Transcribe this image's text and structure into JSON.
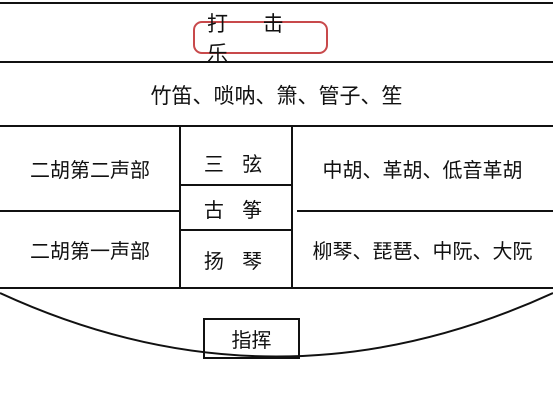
{
  "percussion": "打 击 乐",
  "winds": "竹笛、唢呐、箫、管子、笙",
  "left_upper": "二胡第二声部",
  "left_lower": "二胡第一声部",
  "center_top": "三 弦",
  "center_mid": "古 筝",
  "center_bottom": "扬 琴",
  "right_upper": "中胡、革胡、低音革胡",
  "right_lower": "柳琴、琵琶、中阮、大阮",
  "conductor": "指挥"
}
